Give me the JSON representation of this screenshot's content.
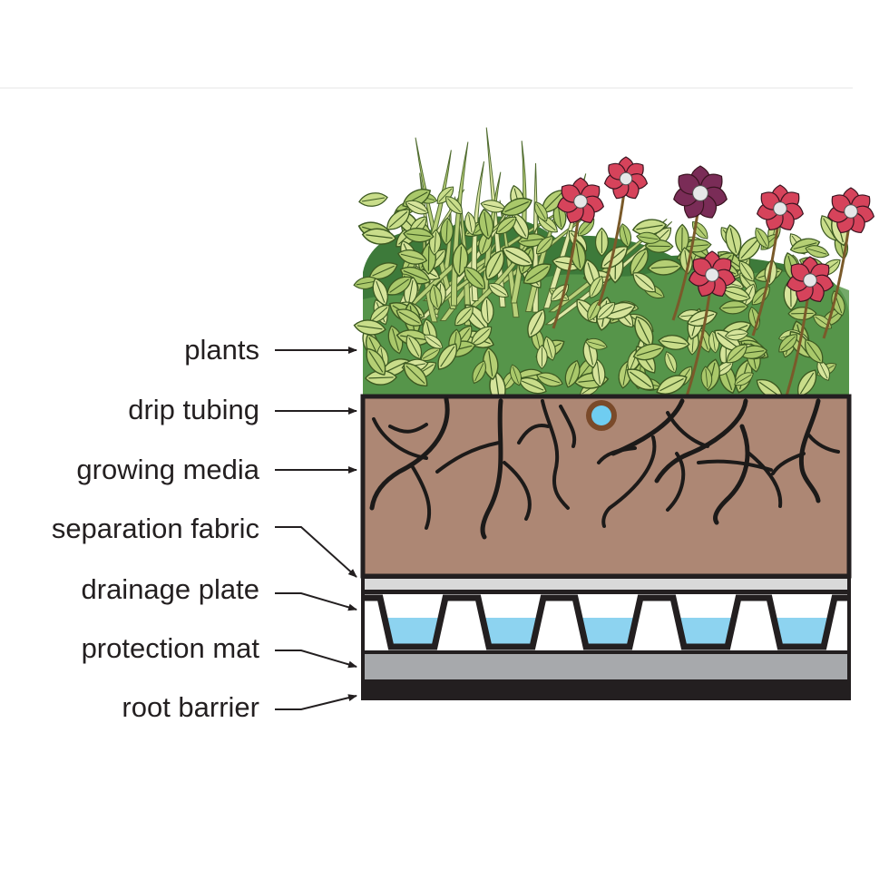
{
  "labels": {
    "plants": "plants",
    "drip_tubing": "drip tubing",
    "growing_media": "growing media",
    "separation_fabric": "separation fabric",
    "drainage_plate": "drainage plate",
    "protection_mat": "protection mat",
    "root_barrier": "root barrier"
  },
  "colors": {
    "outline": "#231f20",
    "soil": "#ad8774",
    "roots": "#1c1a19",
    "drip_tube_ring": "#7a4a2a",
    "drip_tube_water": "#6fcdf1",
    "separation_fabric": "#d9d9d9",
    "drainage_plate": "#ffffff",
    "drainage_water": "#8dd3f0",
    "protection_mat": "#a7a9ac",
    "root_barrier": "#231f20",
    "foliage_dark": "#3d7a3a",
    "foliage_mid": "#5b9a4e",
    "leaf_light": "#c9dd8a",
    "leaf_mid": "#a9c86a",
    "grass": "#b9d07a",
    "flower": "#d6435b",
    "flower_dark": "#7a2c57",
    "flower_center": "#e6e7e8"
  }
}
